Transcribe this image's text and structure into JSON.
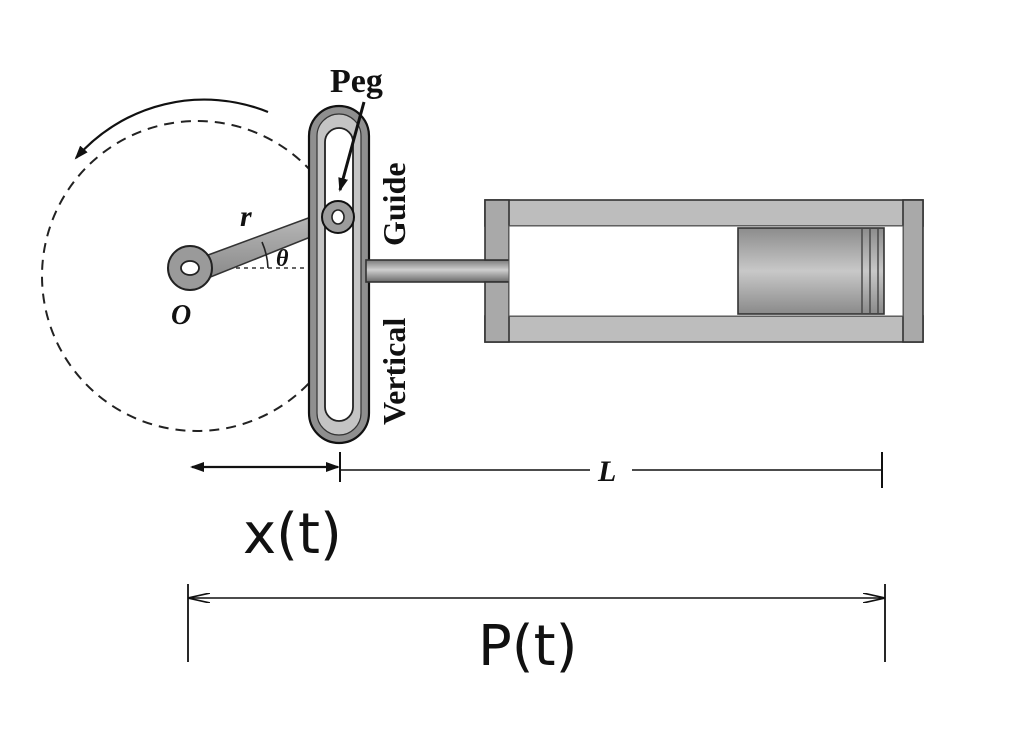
{
  "labels": {
    "peg": "Peg",
    "guide": "Guide",
    "vertical": "Vertical",
    "radius": "r",
    "angle": "θ",
    "origin": "O",
    "length": "L",
    "displacement": "x(t)",
    "position": "P(t)"
  },
  "colors": {
    "ink": "#111111",
    "metal_dark": "#6e6e6e",
    "metal_mid": "#a9a9a9",
    "metal_light": "#d6d6d6",
    "background": "#ffffff"
  }
}
